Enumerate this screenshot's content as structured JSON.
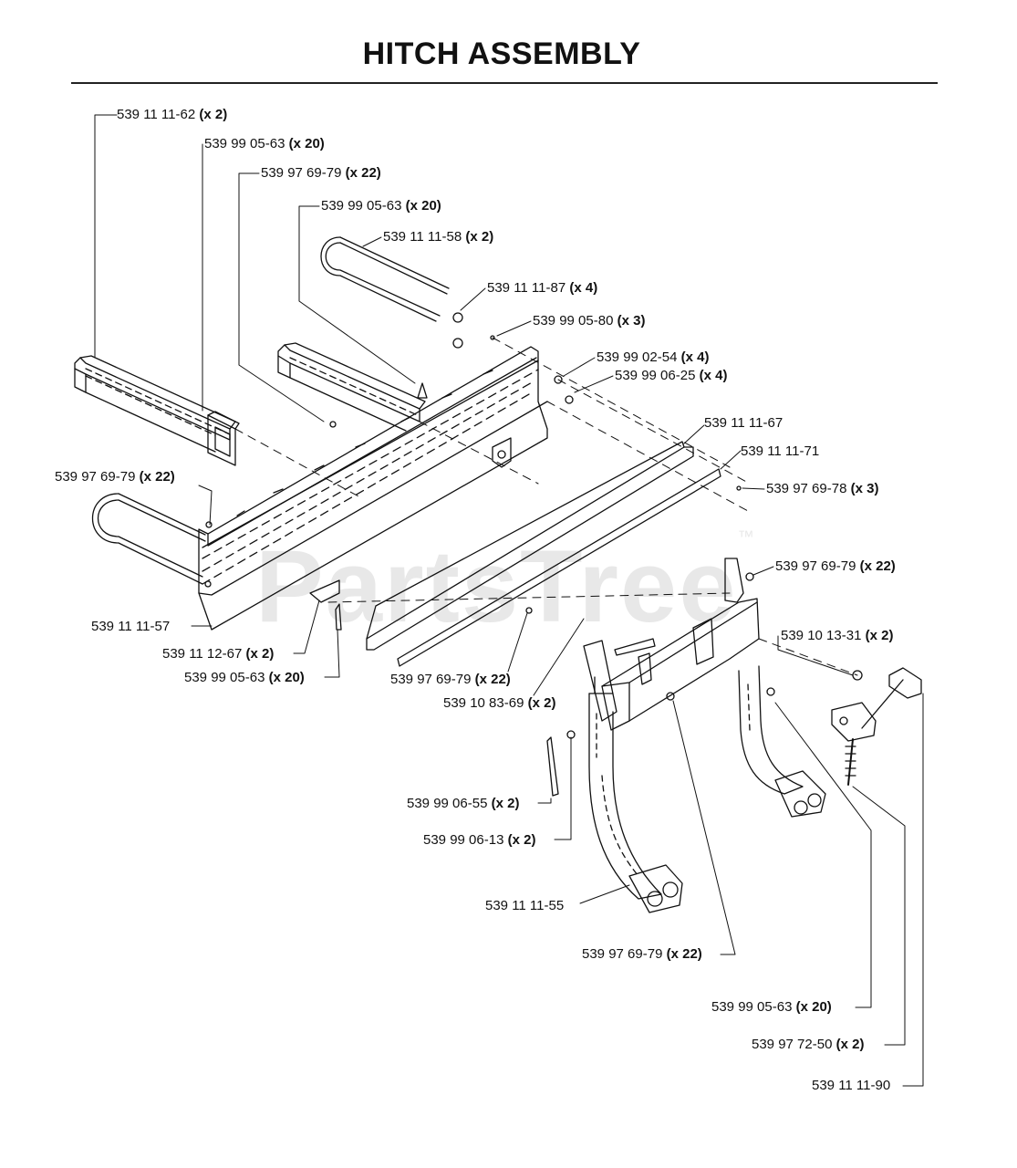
{
  "title": "HITCH ASSEMBLY",
  "watermark": "PartsTree",
  "watermark_tm": "™",
  "labels": [
    {
      "id": "l1",
      "part": "539 11 11-62",
      "qty": "(x 2)"
    },
    {
      "id": "l2",
      "part": "539 99 05-63",
      "qty": "(x 20)"
    },
    {
      "id": "l3",
      "part": "539 97 69-79",
      "qty": "(x 22)"
    },
    {
      "id": "l4",
      "part": "539 99 05-63",
      "qty": "(x 20)"
    },
    {
      "id": "l5",
      "part": "539 11 11-58",
      "qty": "(x 2)"
    },
    {
      "id": "l6",
      "part": "539 11 11-87",
      "qty": "(x 4)"
    },
    {
      "id": "l7",
      "part": "539 99 05-80",
      "qty": "(x 3)"
    },
    {
      "id": "l8",
      "part": "539 99 02-54",
      "qty": "(x 4)"
    },
    {
      "id": "l9",
      "part": "539 99 06-25",
      "qty": "(x 4)"
    },
    {
      "id": "l10",
      "part": "539 11 11-67",
      "qty": ""
    },
    {
      "id": "l11",
      "part": "539 11 11-71",
      "qty": ""
    },
    {
      "id": "l12",
      "part": "539 97 69-78",
      "qty": "(x 3)"
    },
    {
      "id": "l13",
      "part": "539 97 69-79",
      "qty": "(x 22)"
    },
    {
      "id": "l14",
      "part": "539 97 69-79",
      "qty": "(x 22)"
    },
    {
      "id": "l15",
      "part": "539 11 11-57",
      "qty": ""
    },
    {
      "id": "l16",
      "part": "539 11 12-67",
      "qty": "(x 2)"
    },
    {
      "id": "l17",
      "part": "539 99 05-63",
      "qty": "(x 20)"
    },
    {
      "id": "l18",
      "part": "539 97 69-79",
      "qty": "(x 22)"
    },
    {
      "id": "l19",
      "part": "539 10 83-69",
      "qty": "(x 2)"
    },
    {
      "id": "l20",
      "part": "539 10 13-31",
      "qty": "(x 2)"
    },
    {
      "id": "l21",
      "part": "539 99 06-55",
      "qty": "(x 2)"
    },
    {
      "id": "l22",
      "part": "539 99 06-13",
      "qty": "(x 2)"
    },
    {
      "id": "l23",
      "part": "539 11 11-55",
      "qty": ""
    },
    {
      "id": "l24",
      "part": "539 97 69-79",
      "qty": "(x 22)"
    },
    {
      "id": "l25",
      "part": "539 99 05-63",
      "qty": "(x 20)"
    },
    {
      "id": "l26",
      "part": "539 97 72-50",
      "qty": "(x 2)"
    },
    {
      "id": "l27",
      "part": "539 11 11-90",
      "qty": ""
    }
  ]
}
